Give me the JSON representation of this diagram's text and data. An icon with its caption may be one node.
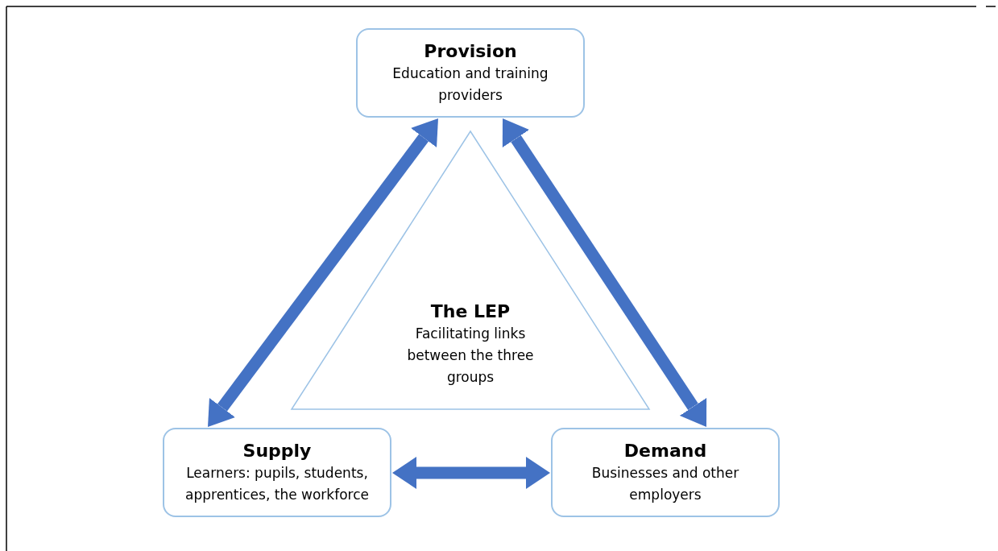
{
  "diagram": {
    "nodes": [
      {
        "text": [
          "Provision",
          "Education and training providers"
        ]
      },
      {
        "text": [
          "The LEP",
          "Facilitating links between the three groups"
        ]
      },
      {
        "text": [
          "Supply",
          "Learners: pupils, students, apprentices, the workforce"
        ]
      },
      {
        "text": [
          "Demand",
          "Businesses and other employers"
        ]
      }
    ],
    "edges": [
      {
        "from": 2,
        "to": 0,
        "arrow": "both"
      },
      {
        "from": 0,
        "to": 3,
        "arrow": "both"
      },
      {
        "from": 2,
        "to": 3,
        "arrow": "both"
      }
    ]
  }
}
